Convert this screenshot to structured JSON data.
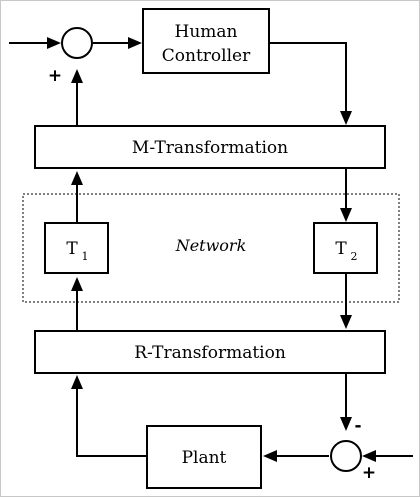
{
  "blocks": {
    "human_controller": {
      "line1": "Human",
      "line2": "Controller"
    },
    "m_transformation": "M-Transformation",
    "network": "Network",
    "t1": {
      "letter": "T",
      "sub": "1"
    },
    "t2": {
      "letter": "T",
      "sub": "2"
    },
    "r_transformation": "R-Transformation",
    "plant": "Plant"
  },
  "signs": {
    "top_sum_plus": "+",
    "bottom_sum_minus": "-",
    "bottom_sum_plus": "+"
  }
}
